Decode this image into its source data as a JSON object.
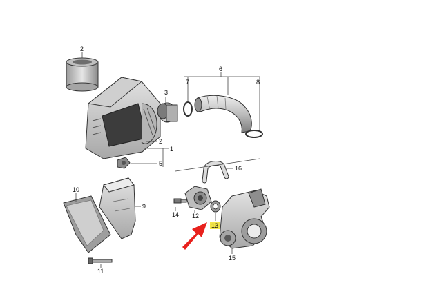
{
  "diagram": {
    "callouts": {
      "c1": "1",
      "c2_top": "2",
      "c2_mid": "2",
      "c3": "3",
      "c5": "5",
      "c6": "6",
      "c7": "7",
      "c8": "8",
      "c9": "9",
      "c10": "10",
      "c11": "11",
      "c12": "12",
      "c13": "13",
      "c14": "14",
      "c15": "15",
      "c16": "16"
    },
    "colors": {
      "highlight": "#f3e64a",
      "arrow": "#e8211d",
      "part_fill": "#d9d9d9",
      "part_dark": "#8c8c8c",
      "line": "#333333"
    }
  }
}
